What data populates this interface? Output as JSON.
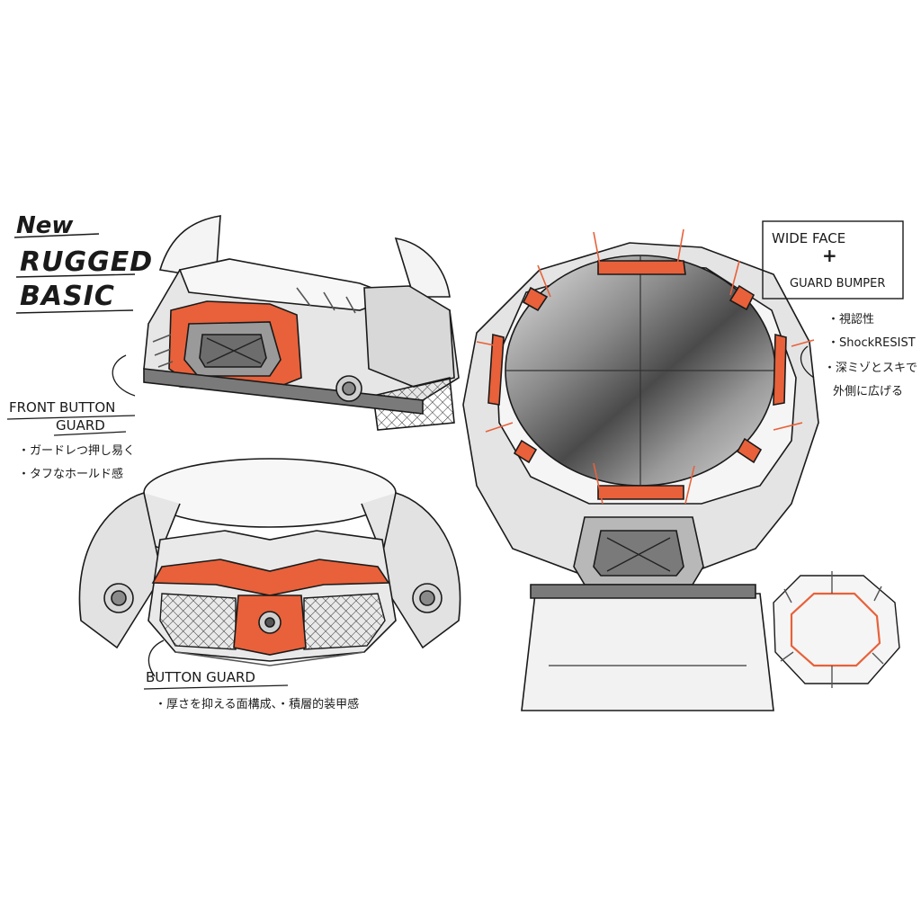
{
  "title": {
    "line1": "New",
    "line2": "RUGGED",
    "line3": "BASIC"
  },
  "front_button_guard": {
    "heading1": "FRONT BUTTON",
    "heading2": "GUARD",
    "note1": "・ガードレつ押し易く",
    "note2": "・タフなホールド感"
  },
  "button_guard": {
    "heading": "BUTTON GUARD",
    "note": "・厚さを抑える面構成、・積層的装甲感"
  },
  "wide_face": {
    "line1": "WIDE FACE",
    "plus": "+",
    "line2": "GUARD BUMPER",
    "note1": "・視認性",
    "note2": "・ShockRESIST",
    "note3": "・深ミゾとスキで",
    "note4": "外側に広げる"
  },
  "colors": {
    "accent": "#e8613a",
    "ink": "#1a1a1a",
    "shade": "#9a9a9a"
  }
}
